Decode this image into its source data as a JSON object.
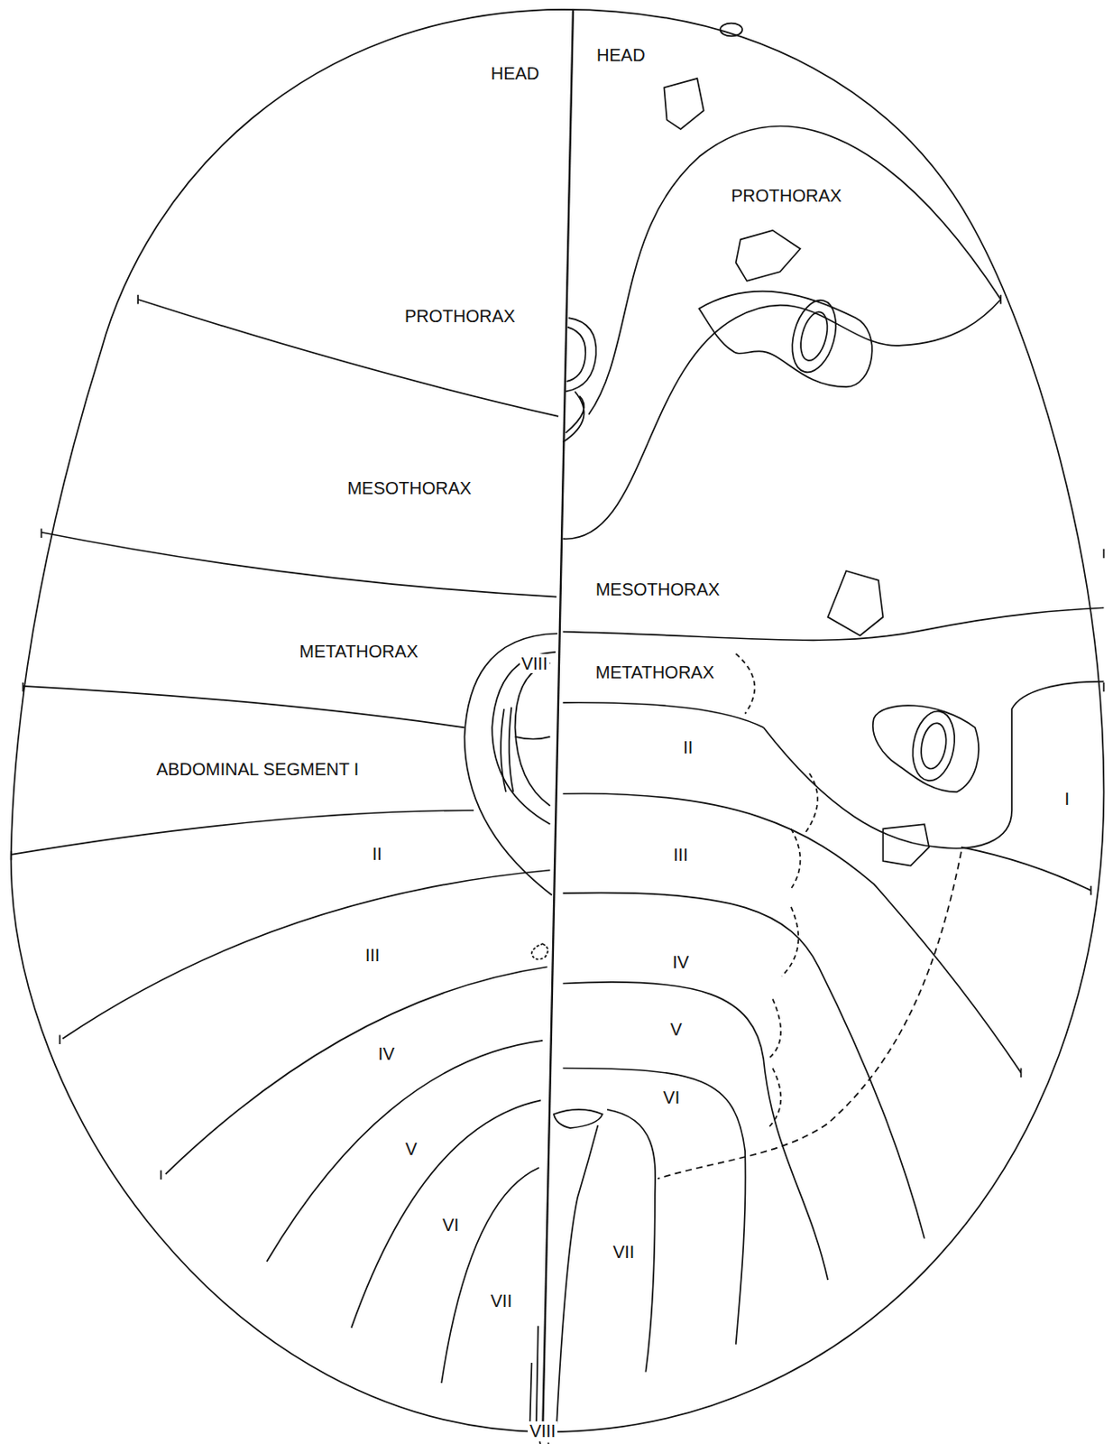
{
  "diagram": {
    "labels": [
      "HEAD",
      "PROTHORAX",
      "MESOTHORAX",
      "METATHORAX",
      "ABDOMINAL SEGMENT I",
      "II",
      "III",
      "IV",
      "V",
      "VI",
      "VII",
      "HEAD",
      "PROTHORAX",
      "MESOTHORAX",
      "VIII",
      "METATHORAX",
      "II",
      "I",
      "III",
      "IV",
      "V",
      "VI",
      "VII",
      "VIII"
    ]
  }
}
